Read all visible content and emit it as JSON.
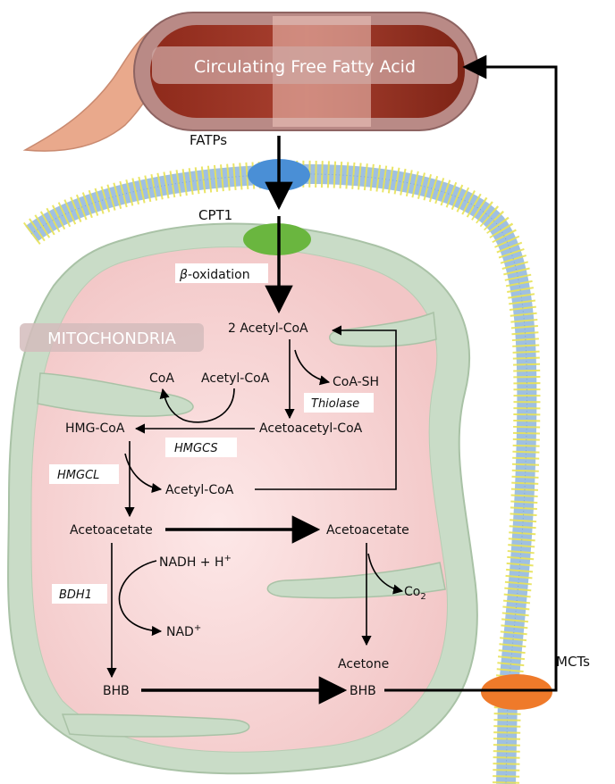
{
  "vessel": {
    "label": "Circulating Free Fatty Acid"
  },
  "transporters": {
    "fatps": "FATPs",
    "cpt1": "CPT1",
    "mcts": "MCTs"
  },
  "organelle": {
    "label": "MITOCHONDRIA"
  },
  "enzymes": {
    "beta_oxidation_prefix": "β",
    "beta_oxidation_suffix": "-oxidation",
    "thiolase": "Thiolase",
    "hmgcs": "HMGCS",
    "hmgcl": "HMGCL",
    "bdh1": "BDH1"
  },
  "metabolites": {
    "acetyl_coa_2": "2 Acetyl-CoA",
    "coa_sh": "CoA-SH",
    "coa": "CoA",
    "acetyl_coa_hmgcs": "Acetyl-CoA",
    "acetoacetyl_coa": "Acetoacetyl-CoA",
    "hmg_coa": "HMG-CoA",
    "acetyl_coa_hmgcl": "Acetyl-CoA",
    "acetoacetate_inner": "Acetoacetate",
    "acetoacetate_outer": "Acetoacetate",
    "nadh": "NADH + H",
    "nadh_sup": "+",
    "nad": "NAD",
    "nad_sup": "+",
    "co2": "Co",
    "co2_sub": "2",
    "acetone": "Acetone",
    "bhb_inner": "BHB",
    "bhb_outer": "BHB"
  },
  "colors": {
    "vessel_outer": "#e9a98c",
    "vessel_wall": "#b98a86",
    "blood": "#9b3423",
    "membrane_fill": "#9fc0e2",
    "membrane_dots": "#e8e256",
    "fatp_color": "#4a8fd6",
    "cpt1_color": "#6ab63f",
    "mct_color": "#ef7a2a",
    "mito_outer": "#c9dcc7",
    "mito_matrix": "#f5cfcf"
  }
}
